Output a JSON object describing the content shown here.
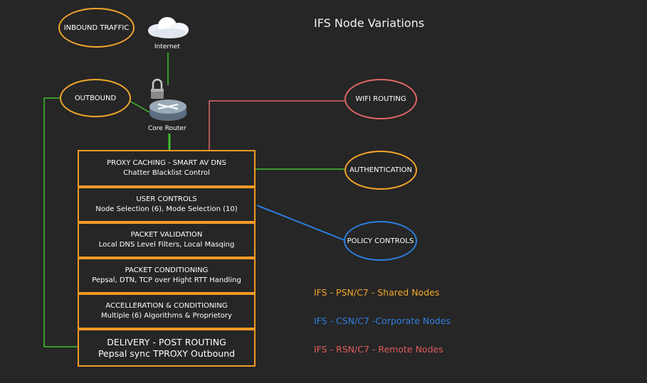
{
  "title": "IFS Node Variations",
  "nodes": {
    "inbound_traffic": "INBOUND TRAFFIC",
    "outbound": "OUTBOUND",
    "wifi_routing": "WIFI ROUTING",
    "authentication": "AUTHENTICATION",
    "policy_controls": "POLICY CONTROLS"
  },
  "internet_label": "Internet",
  "core_router_label": "Core Router",
  "stack": [
    {
      "line1": "PROXY CACHING - SMART AV DNS",
      "line2": "Chatter Blacklist Control"
    },
    {
      "line1": "USER CONTROLS",
      "line2": "Node Selection (6), Mode Selection (10)"
    },
    {
      "line1": "PACKET VALIDATION",
      "line2": "Local DNS Level Filters, Local Masqing"
    },
    {
      "line1": "PACKET CONDITIONING",
      "line2": "Pepsal, DTN, TCP over Hight RTT Handling"
    },
    {
      "line1": "ACCELLERATION & CONDITIONING",
      "line2": "Multiple (6) Algorithms & Proprietory"
    },
    {
      "line1": "DELIVERY - POST ROUTING",
      "line2": "Pepsal sync TPROXY Outbound"
    }
  ],
  "legend": [
    {
      "text": "IFS - PSN/C7 - Shared Nodes",
      "color": "#f3a62b"
    },
    {
      "text": "IFS - CSN/C7 -Corporate Nodes",
      "color": "#2f7fe0"
    },
    {
      "text": "IFS - RSN/C7 - Remote Nodes",
      "color": "#e05c5c"
    }
  ],
  "colors": {
    "orange": "#f39a26",
    "green": "#3fbf2f",
    "red": "#e06666",
    "blue": "#2b7fe0",
    "background": "#262626"
  }
}
